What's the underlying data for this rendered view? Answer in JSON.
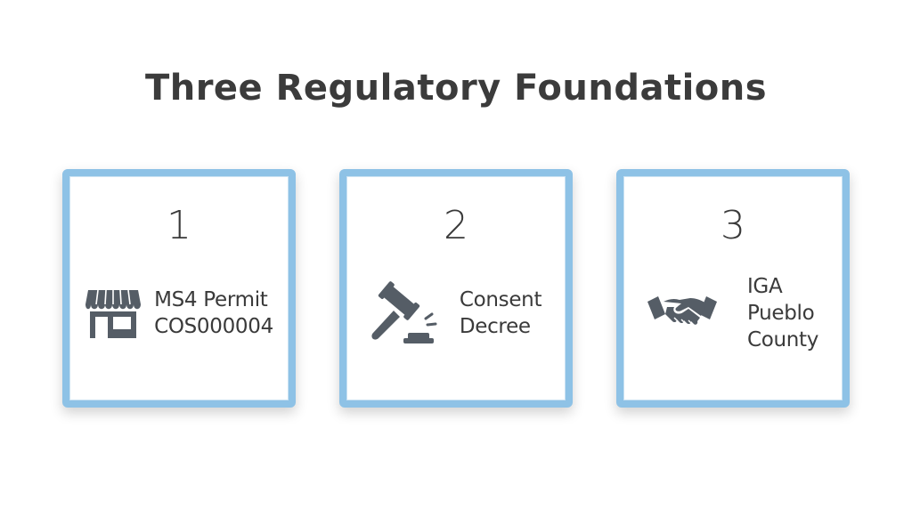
{
  "title": "Three Regulatory Foundations",
  "cards": [
    {
      "number": "1",
      "icon": "storefront-icon",
      "lines": [
        "MS4 Permit",
        "COS000004"
      ]
    },
    {
      "number": "2",
      "icon": "gavel-icon",
      "lines": [
        "Consent",
        "Decree"
      ]
    },
    {
      "number": "3",
      "icon": "handshake-icon",
      "lines": [
        "IGA",
        "Pueblo",
        "County"
      ]
    }
  ],
  "colors": {
    "card_border": "#8ec2e6",
    "icon": "#555d66",
    "text": "#3a3a3a"
  }
}
